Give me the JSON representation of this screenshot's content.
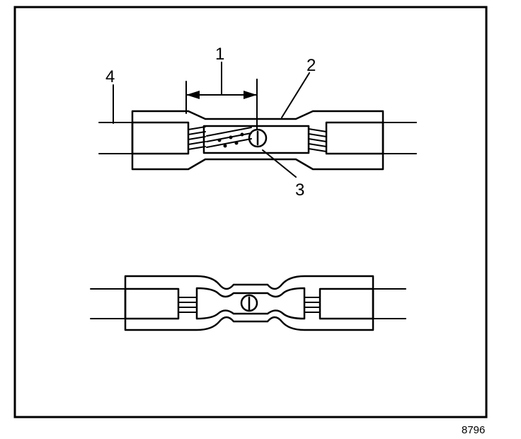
{
  "callouts": {
    "c1": "1",
    "c2": "2",
    "c3": "3",
    "c4": "4"
  },
  "figure_number": "8796"
}
